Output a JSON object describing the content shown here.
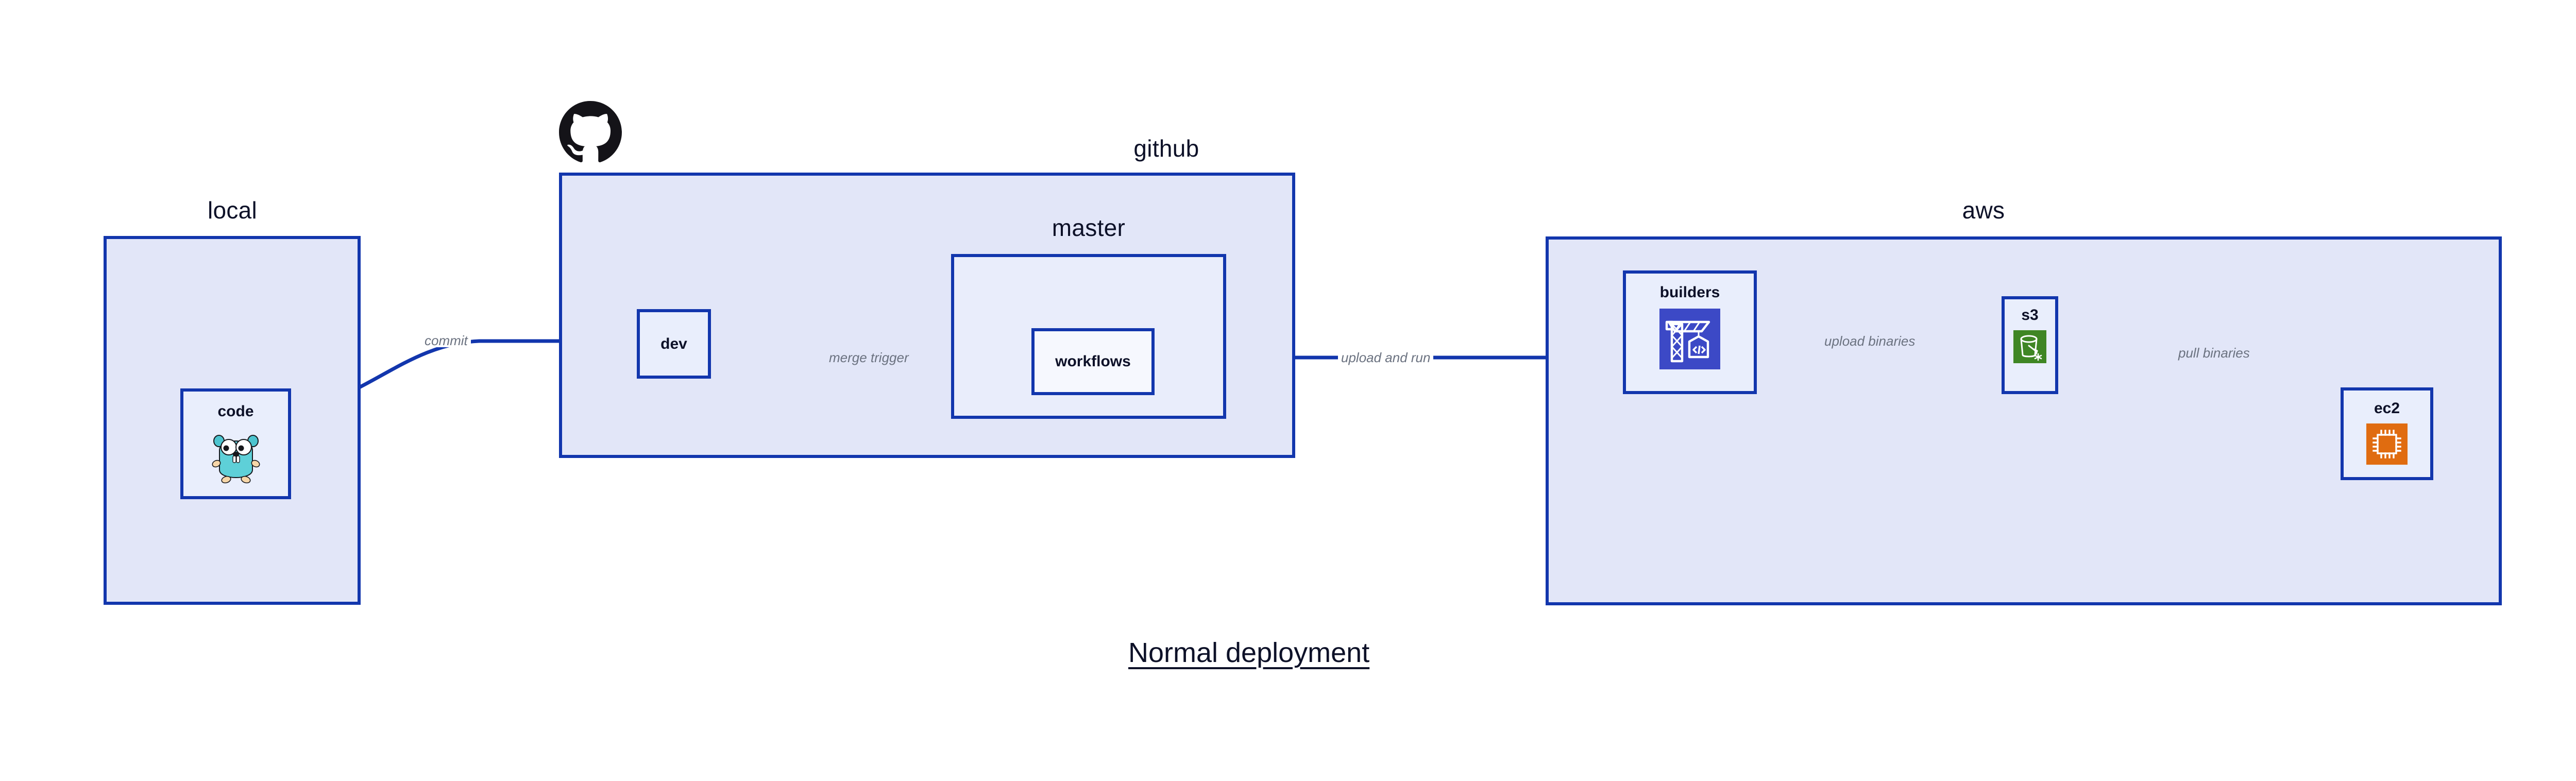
{
  "diagram": {
    "caption": "Normal deployment",
    "background_color": "#ffffff",
    "accent_color": "#1236ad",
    "group_fill": "#e2e6f8",
    "node_fill": "#e9eefc",
    "label_color": "#6b7280"
  },
  "groups": [
    {
      "id": "local",
      "label": "local",
      "nodes": [
        {
          "id": "code",
          "label": "code",
          "icon": "go-gopher-icon"
        }
      ]
    },
    {
      "id": "github",
      "label": "github",
      "brand_icon": "github-octocat-icon",
      "nodes": [
        {
          "id": "dev",
          "label": "dev",
          "icon": null
        }
      ],
      "subgroups": [
        {
          "id": "master",
          "label": "master",
          "nodes": [
            {
              "id": "workflows",
              "label": "workflows",
              "icon": null
            }
          ]
        }
      ]
    },
    {
      "id": "aws",
      "label": "aws",
      "nodes": [
        {
          "id": "builders",
          "label": "builders",
          "icon": "aws-builder-crane-icon",
          "icon_color": "#3c49c6"
        },
        {
          "id": "s3",
          "label": "s3",
          "icon": "aws-s3-bucket-icon",
          "icon_color": "#3f8624"
        },
        {
          "id": "ec2",
          "label": "ec2",
          "icon": "aws-ec2-chip-icon",
          "icon_color": "#e06c10"
        }
      ]
    }
  ],
  "edges": [
    {
      "id": "code-to-dev",
      "label": "commit",
      "from": "code",
      "to": "dev"
    },
    {
      "id": "dev-to-workflows",
      "label": "merge trigger",
      "from": "dev",
      "to": "workflows"
    },
    {
      "id": "workflows-to-builders",
      "label": "upload and run",
      "from": "workflows",
      "to": "builders"
    },
    {
      "id": "builders-to-s3",
      "label": "upload binaries",
      "from": "builders",
      "to": "s3"
    },
    {
      "id": "s3-to-ec2",
      "label": "pull binaries",
      "from": "s3",
      "to": "ec2"
    }
  ]
}
